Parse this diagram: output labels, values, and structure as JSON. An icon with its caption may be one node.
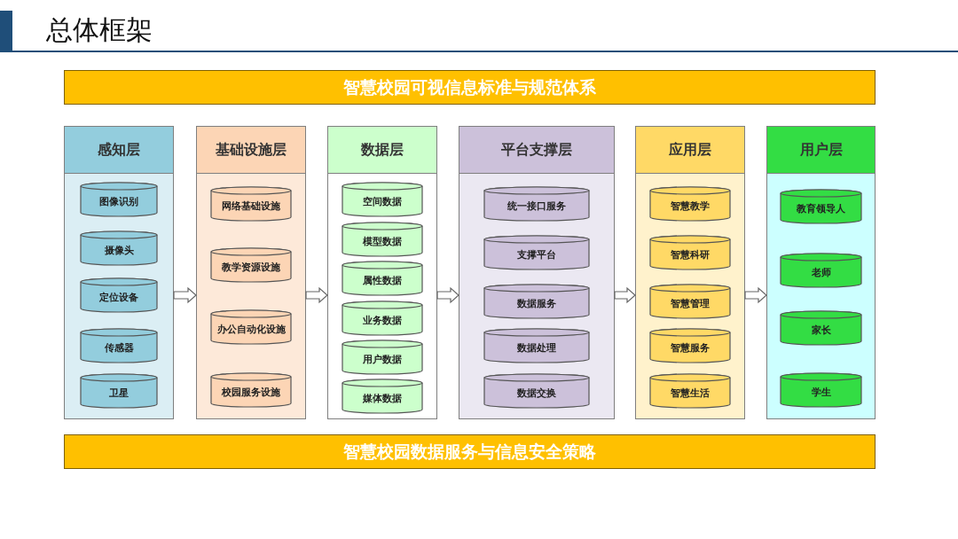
{
  "diagram": {
    "title": "总体框架",
    "nodes": [
      {
        "text": [
          "智慧校园可视信息标准与规范体系"
        ]
      },
      {
        "text": [
          "感知层"
        ]
      },
      {
        "text": [
          "图像识别"
        ],
        "in": 1
      },
      {
        "text": [
          "摄像头"
        ],
        "in": 1
      },
      {
        "text": [
          "定位设备"
        ],
        "in": 1
      },
      {
        "text": [
          "传感器"
        ],
        "in": 1
      },
      {
        "text": [
          "卫星"
        ],
        "in": 1
      },
      {
        "text": [
          "基础设施层"
        ]
      },
      {
        "text": [
          "网络基础设施"
        ],
        "in": 7
      },
      {
        "text": [
          "教学资源设施"
        ],
        "in": 7
      },
      {
        "text": [
          "办公自动化设施"
        ],
        "in": 7
      },
      {
        "text": [
          "校园服务设施"
        ],
        "in": 7
      },
      {
        "text": [
          "数据层"
        ]
      },
      {
        "text": [
          "空间数据"
        ],
        "in": 12
      },
      {
        "text": [
          "模型数据"
        ],
        "in": 12
      },
      {
        "text": [
          "属性数据"
        ],
        "in": 12
      },
      {
        "text": [
          "业务数据"
        ],
        "in": 12
      },
      {
        "text": [
          "用户数据"
        ],
        "in": 12
      },
      {
        "text": [
          "媒体数据"
        ],
        "in": 12
      },
      {
        "text": [
          "平台支撑层"
        ]
      },
      {
        "text": [
          "统一接口服务"
        ],
        "in": 19
      },
      {
        "text": [
          "支撑平台"
        ],
        "in": 19
      },
      {
        "text": [
          "数据服务"
        ],
        "in": 19
      },
      {
        "text": [
          "数据处理"
        ],
        "in": 19
      },
      {
        "text": [
          "数据交换"
        ],
        "in": 19
      },
      {
        "text": [
          "应用层"
        ]
      },
      {
        "text": [
          "智慧教学"
        ],
        "in": 25
      },
      {
        "text": [
          "智慧科研"
        ],
        "in": 25
      },
      {
        "text": [
          "智慧管理"
        ],
        "in": 25
      },
      {
        "text": [
          "智慧服务"
        ],
        "in": 25
      },
      {
        "text": [
          "智慧生活"
        ],
        "in": 25
      },
      {
        "text": [
          "用户层"
        ]
      },
      {
        "text": [
          "教育领导人"
        ],
        "in": 31
      },
      {
        "text": [
          "老师"
        ],
        "in": 31
      },
      {
        "text": [
          "家长"
        ],
        "in": 31
      },
      {
        "text": [
          "学生"
        ],
        "in": 31
      },
      {
        "text": [
          "智慧校园数据服务与信息安全策略"
        ]
      }
    ],
    "edges": [
      {
        "from": 1,
        "to": 7,
        "arrow": "to"
      },
      {
        "from": 7,
        "to": 12,
        "arrow": "to"
      },
      {
        "from": 12,
        "to": 19,
        "arrow": "to"
      },
      {
        "from": 19,
        "to": 25,
        "arrow": "to"
      },
      {
        "from": 25,
        "to": 31,
        "arrow": "to"
      }
    ]
  }
}
